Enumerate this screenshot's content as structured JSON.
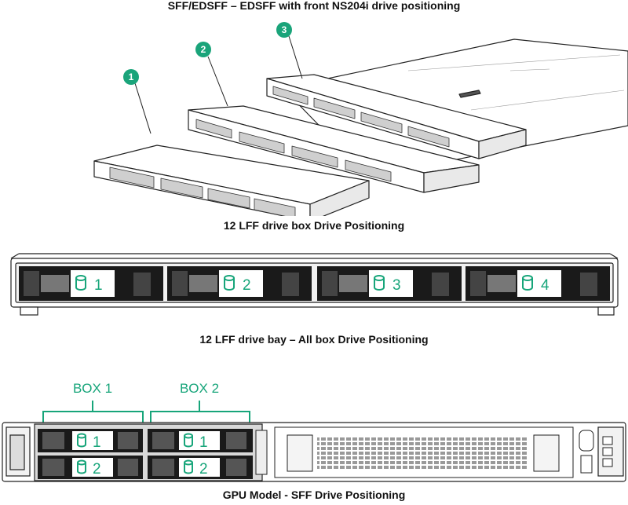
{
  "captions": {
    "top": "SFF/EDSFF – EDSFF with front NS204i drive positioning",
    "lff_box": "12 LFF drive box Drive Positioning",
    "lff_bay": "12 LFF drive bay – All box Drive Positioning",
    "gpu": "GPU Model  - SFF Drive Positioning"
  },
  "callouts": [
    "1",
    "2",
    "3"
  ],
  "lff_bays": [
    "1",
    "2",
    "3",
    "4"
  ],
  "gpu": {
    "boxes": [
      {
        "label": "BOX 1",
        "bays": [
          "1",
          "2"
        ]
      },
      {
        "label": "BOX 2",
        "bays": [
          "1",
          "2"
        ]
      }
    ]
  },
  "colors": {
    "accent": "#17a57a",
    "callout": "#1aa47a",
    "line": "#222222",
    "bezel": "#d9d9d9"
  }
}
